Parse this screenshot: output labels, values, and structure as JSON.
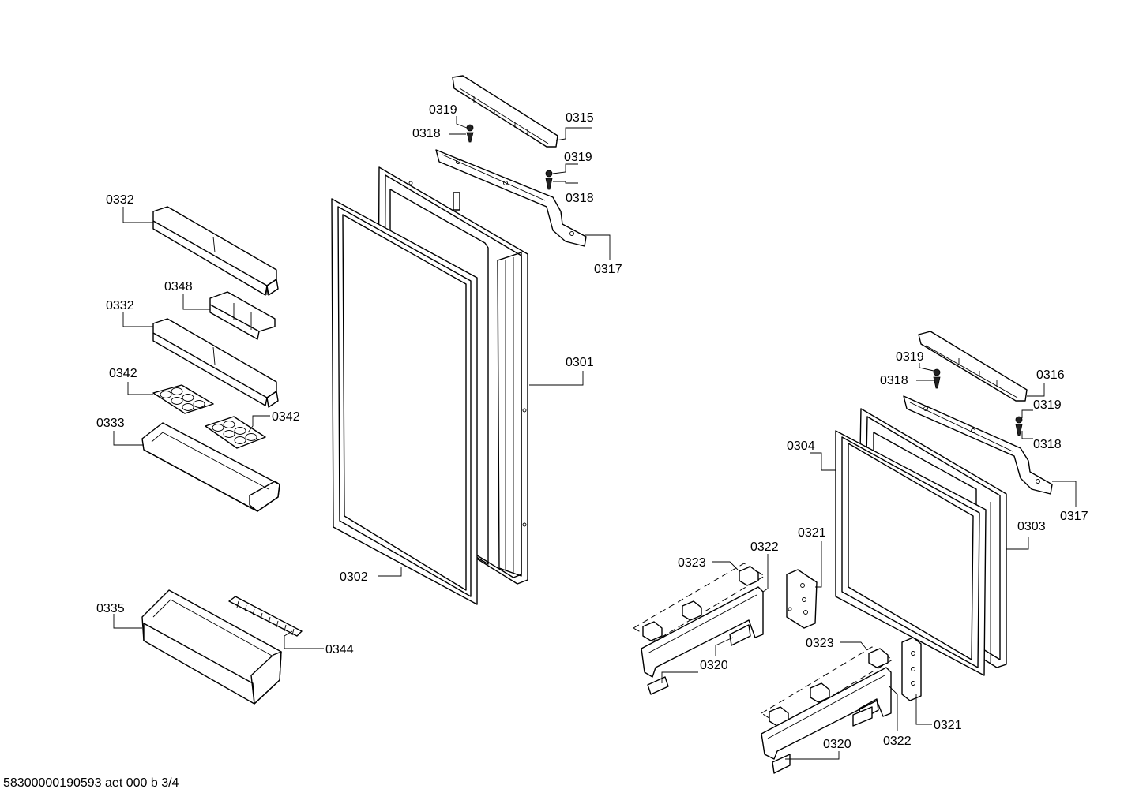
{
  "diagram": {
    "labels": {
      "l0315": "0315",
      "l0319_a": "0319",
      "l0318_a": "0318",
      "l0319_b": "0319",
      "l0318_b": "0318",
      "l0317_a": "0317",
      "l0332_a": "0332",
      "l0348": "0348",
      "l0332_b": "0332",
      "l0342_a": "0342",
      "l0342_b": "0342",
      "l0333": "0333",
      "l0301": "0301",
      "l0302": "0302",
      "l0335": "0335",
      "l0344": "0344",
      "l0316": "0316",
      "l0319_c": "0319",
      "l0318_c": "0318",
      "l0319_d": "0319",
      "l0318_d": "0318",
      "l0304": "0304",
      "l0317_b": "0317",
      "l0303": "0303",
      "l0321_a": "0321",
      "l0322_a": "0322",
      "l0323_a": "0323",
      "l0320_a": "0320",
      "l0323_b": "0323",
      "l0321_b": "0321",
      "l0322_b": "0322",
      "l0320_b": "0320"
    },
    "footer": "58300000190593 aet 000 b 3/4"
  }
}
